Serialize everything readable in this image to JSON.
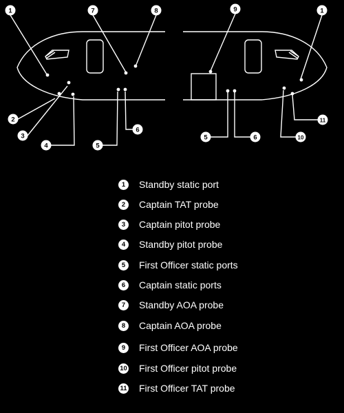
{
  "callouts": {
    "left": [
      {
        "number": "1"
      },
      {
        "number": "2"
      },
      {
        "number": "3"
      },
      {
        "number": "4"
      },
      {
        "number": "5"
      },
      {
        "number": "6"
      },
      {
        "number": "7"
      },
      {
        "number": "8"
      }
    ],
    "right": [
      {
        "number": "1"
      },
      {
        "number": "5"
      },
      {
        "number": "6"
      },
      {
        "number": "9"
      },
      {
        "number": "10"
      },
      {
        "number": "11"
      }
    ]
  },
  "legend": [
    {
      "number": "1",
      "label": "Standby static port"
    },
    {
      "number": "2",
      "label": "Captain TAT probe"
    },
    {
      "number": "3",
      "label": "Captain pitot probe"
    },
    {
      "number": "4",
      "label": "Standby pitot probe"
    },
    {
      "number": "5",
      "label": "First Officer static ports"
    },
    {
      "number": "6",
      "label": "Captain static ports"
    },
    {
      "number": "7",
      "label": "Standby AOA probe"
    },
    {
      "number": "8",
      "label": "Captain AOA probe"
    },
    {
      "number": "9",
      "label": "First Officer AOA probe"
    },
    {
      "number": "10",
      "label": "First Officer pitot probe"
    },
    {
      "number": "11",
      "label": "First Officer TAT probe"
    }
  ],
  "colors": {
    "background": "#000000",
    "line": "#ffffff",
    "badge_fill": "#ffffff",
    "badge_text": "#000000"
  }
}
